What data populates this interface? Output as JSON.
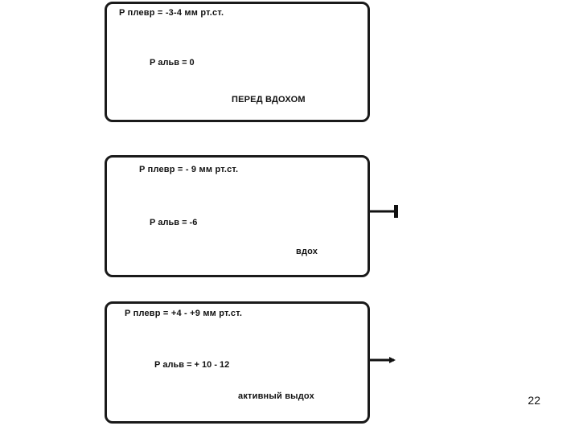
{
  "panels": [
    {
      "pleural_pressure": "P плевр = -3-4 мм рт.ст.",
      "alveolar_pressure": "Р альв = 0",
      "phase": "ПЕРЕД ВДОХОМ"
    },
    {
      "pleural_pressure": "P плевр = - 9 мм рт.ст.",
      "alveolar_pressure": "Р альв = -6",
      "phase": "вдох"
    },
    {
      "pleural_pressure": "P плевр = +4 - +9 мм рт.ст.",
      "alveolar_pressure": "Р альв = + 10 - 12",
      "phase": "активный выдох"
    }
  ],
  "page_number": "22"
}
